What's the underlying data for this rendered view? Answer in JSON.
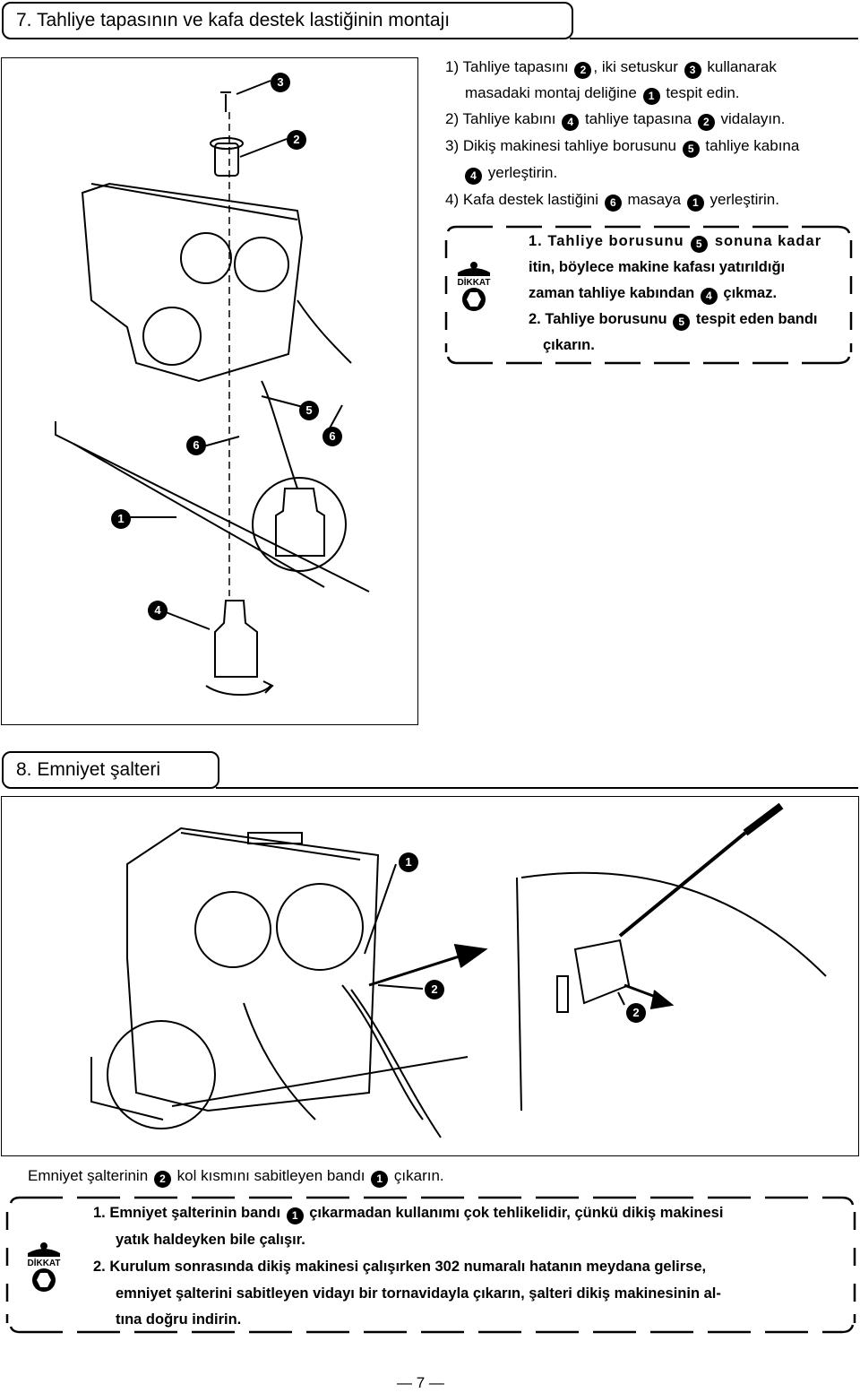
{
  "section7": {
    "title": "7. Tahliye tapasının ve kafa destek lastiğinin montajı",
    "steps": [
      {
        "pre": "1) Tahliye tapasını",
        "m1": "2",
        "mid": ", iki setuskur",
        "m2": "3",
        "post": "kullanarak"
      },
      {
        "pre": "masadaki montaj deliğine",
        "m1": "1",
        "post": "tespit edin."
      },
      {
        "pre": "2) Tahliye kabını",
        "m1": "4",
        "mid": "tahliye tapasına",
        "m2": "2",
        "post": "vidalayın."
      },
      {
        "pre": "3) Dikiş makinesi tahliye borusunu",
        "m1": "5",
        "post": "tahliye kabına"
      },
      {
        "m1": "4",
        "post": "yerleştirin."
      },
      {
        "pre": "4) Kafa destek lastiğini",
        "m1": "6",
        "mid": "masaya",
        "m2": "1",
        "post": "yerleştirin."
      }
    ],
    "caution": {
      "icon_label": "DİKKAT",
      "lines": [
        {
          "pre": "1. Tahliye borusunu",
          "m1": "5",
          "post": "sonuna kadar"
        },
        {
          "pre": "itin, böylece makine kafası yatırıldığı"
        },
        {
          "pre": "zaman tahliye kabından",
          "m1": "4",
          "post": "çıkmaz."
        },
        {
          "pre": "2. Tahliye borusunu",
          "m1": "5",
          "post": "tespit eden bandı"
        },
        {
          "pre": "çıkarın."
        }
      ]
    },
    "figure_callouts": [
      "3",
      "2",
      "5",
      "6",
      "6",
      "1",
      "4"
    ]
  },
  "section8": {
    "title": "8. Emniyet şalteri",
    "figure_callouts": [
      "1",
      "2",
      "2"
    ],
    "instruction": {
      "pre": "Emniyet şalterinin",
      "m1": "2",
      "mid": "kol kısmını sabitleyen bandı",
      "m2": "1",
      "post": "çıkarın."
    },
    "caution": {
      "icon_label": "DİKKAT",
      "lines": [
        {
          "pre": "1. Emniyet şalterinin bandı",
          "m1": "1",
          "post": "çıkarmadan kullanımı çok tehlikelidir, çünkü dikiş makinesi"
        },
        {
          "pre": "yatık haldeyken bile çalışır."
        },
        {
          "pre": "2. Kurulum sonrasında dikiş makinesi çalışırken 302 numaralı hatanın meydana gelirse,"
        },
        {
          "pre": "emniyet şalterini sabitleyen vidayı bir tornavidayla çıkarın, şalteri dikiş makinesinin al-"
        },
        {
          "pre": "tına doğru indirin."
        }
      ]
    }
  },
  "page_number": "— 7 —"
}
